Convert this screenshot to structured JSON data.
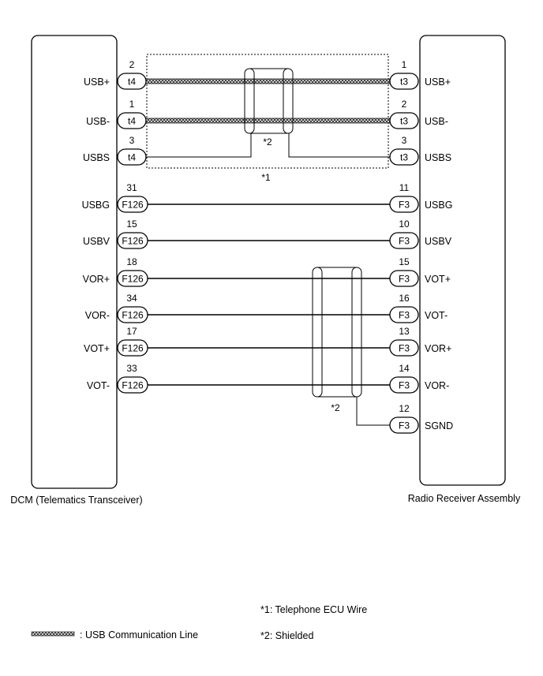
{
  "left_component": {
    "name": "DCM (Telematics Transceiver)"
  },
  "right_component": {
    "name": "Radio Receiver Assembly"
  },
  "connections": [
    {
      "left_pin": "2",
      "left_conn": "t4",
      "left_signal": "USB+",
      "right_pin": "1",
      "right_conn": "t3",
      "right_signal": "USB+",
      "usb": true
    },
    {
      "left_pin": "1",
      "left_conn": "t4",
      "left_signal": "USB-",
      "right_pin": "2",
      "right_conn": "t3",
      "right_signal": "USB-",
      "usb": true
    },
    {
      "left_pin": "3",
      "left_conn": "t4",
      "left_signal": "USBS",
      "right_pin": "3",
      "right_conn": "t3",
      "right_signal": "USBS",
      "usb": false
    },
    {
      "left_pin": "31",
      "left_conn": "F126",
      "left_signal": "USBG",
      "right_pin": "11",
      "right_conn": "F3",
      "right_signal": "USBG",
      "usb": false
    },
    {
      "left_pin": "15",
      "left_conn": "F126",
      "left_signal": "USBV",
      "right_pin": "10",
      "right_conn": "F3",
      "right_signal": "USBV",
      "usb": false
    },
    {
      "left_pin": "18",
      "left_conn": "F126",
      "left_signal": "VOR+",
      "right_pin": "15",
      "right_conn": "F3",
      "right_signal": "VOT+",
      "usb": false
    },
    {
      "left_pin": "34",
      "left_conn": "F126",
      "left_signal": "VOR-",
      "right_pin": "16",
      "right_conn": "F3",
      "right_signal": "VOT-",
      "usb": false
    },
    {
      "left_pin": "17",
      "left_conn": "F126",
      "left_signal": "VOT+",
      "right_pin": "13",
      "right_conn": "F3",
      "right_signal": "VOR+",
      "usb": false
    },
    {
      "left_pin": "33",
      "left_conn": "F126",
      "left_signal": "VOT-",
      "right_pin": "14",
      "right_conn": "F3",
      "right_signal": "VOR-",
      "usb": false
    }
  ],
  "extra_pin": {
    "pin": "12",
    "conn": "F3",
    "signal": "SGND"
  },
  "labels": {
    "group_star1": "*1",
    "shield_star2_top": "*2",
    "shield_star2_bottom": "*2"
  },
  "notes": {
    "star1": "*1: Telephone ECU Wire",
    "star2": "*2: Shielded"
  },
  "legend": {
    "usb_line": ": USB Communication Line"
  }
}
